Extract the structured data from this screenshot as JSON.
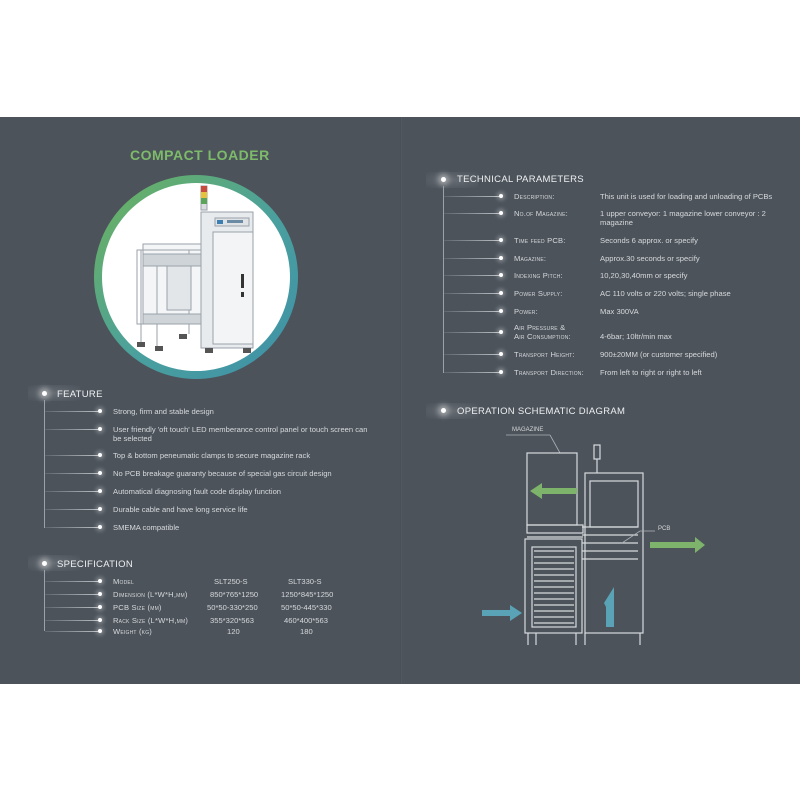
{
  "left": {
    "title": "COMPACT LOADER",
    "feature": {
      "heading": "FEATURE",
      "items": [
        "Strong, firm and stable design",
        "User friendly 'oft touch' LED memberance control panel or touch screen can be selected",
        "Top & bottom peneumatic clamps to secure magazine rack",
        "No PCB breakage guaranty because of special gas circuit design",
        "Automatical diagnosing fault  code display function",
        "Durable cable and have long service life",
        "SMEMA compatible"
      ]
    },
    "specification": {
      "heading": "SPECIFICATION",
      "rows": [
        {
          "label": "Model",
          "a": "SLT250-S",
          "b": "SLT330-S"
        },
        {
          "label": "Dimension (L*W*H,mm)",
          "a": "850*765*1250",
          "b": "1250*845*1250"
        },
        {
          "label": "PCB Size (mm)",
          "a": "50*50-330*250",
          "b": "50*50-445*330"
        },
        {
          "label": "Rack Size (L*W*H,mm)",
          "a": "355*320*563",
          "b": "460*400*563"
        },
        {
          "label": "Weight (kg)",
          "a": "120",
          "b": "180"
        }
      ]
    },
    "product_image_icon": "loader-machine-photo"
  },
  "right": {
    "technical": {
      "heading": "TECHNICAL PARAMETERS",
      "rows": [
        {
          "label": "Description:",
          "value": "This unit is used for loading and unloading of PCBs"
        },
        {
          "label": "No.of Magazine:",
          "value": "1 upper conveyor: 1 magazine lower conveyor : 2 magazine"
        },
        {
          "label": "Time feed PCB:",
          "value": "Seconds 6 approx. or specify"
        },
        {
          "label": "Magazine:",
          "value": "Approx.30 seconds or specify"
        },
        {
          "label": "Indexing Pitch:",
          "value": "10,20,30,40mm or specify"
        },
        {
          "label": "Power Supply:",
          "value": "AC 110 volts or 220 volts; single phase"
        },
        {
          "label": "Power:",
          "value": "Max 300VA"
        },
        {
          "label": "Air Pressure &",
          "label2": "Air Consumption:",
          "value": "4-6bar; 10ltr/min max"
        },
        {
          "label": "Transport Height:",
          "value": "900±20MM (or customer specified)"
        },
        {
          "label": "Transport Direction:",
          "value": "From left to right or right to left"
        }
      ]
    },
    "diagram": {
      "heading": "OPERATION SCHEMATIC DIAGRAM",
      "magazine_label": "MAGAZINE",
      "pcb_label": "PCB"
    }
  },
  "colors": {
    "background": "#4c535b",
    "title_green": "#7dbb6a",
    "arrow_green": "#7db36a",
    "arrow_blue": "#5aa3b7",
    "ring_teal": "#4a9fa8"
  }
}
